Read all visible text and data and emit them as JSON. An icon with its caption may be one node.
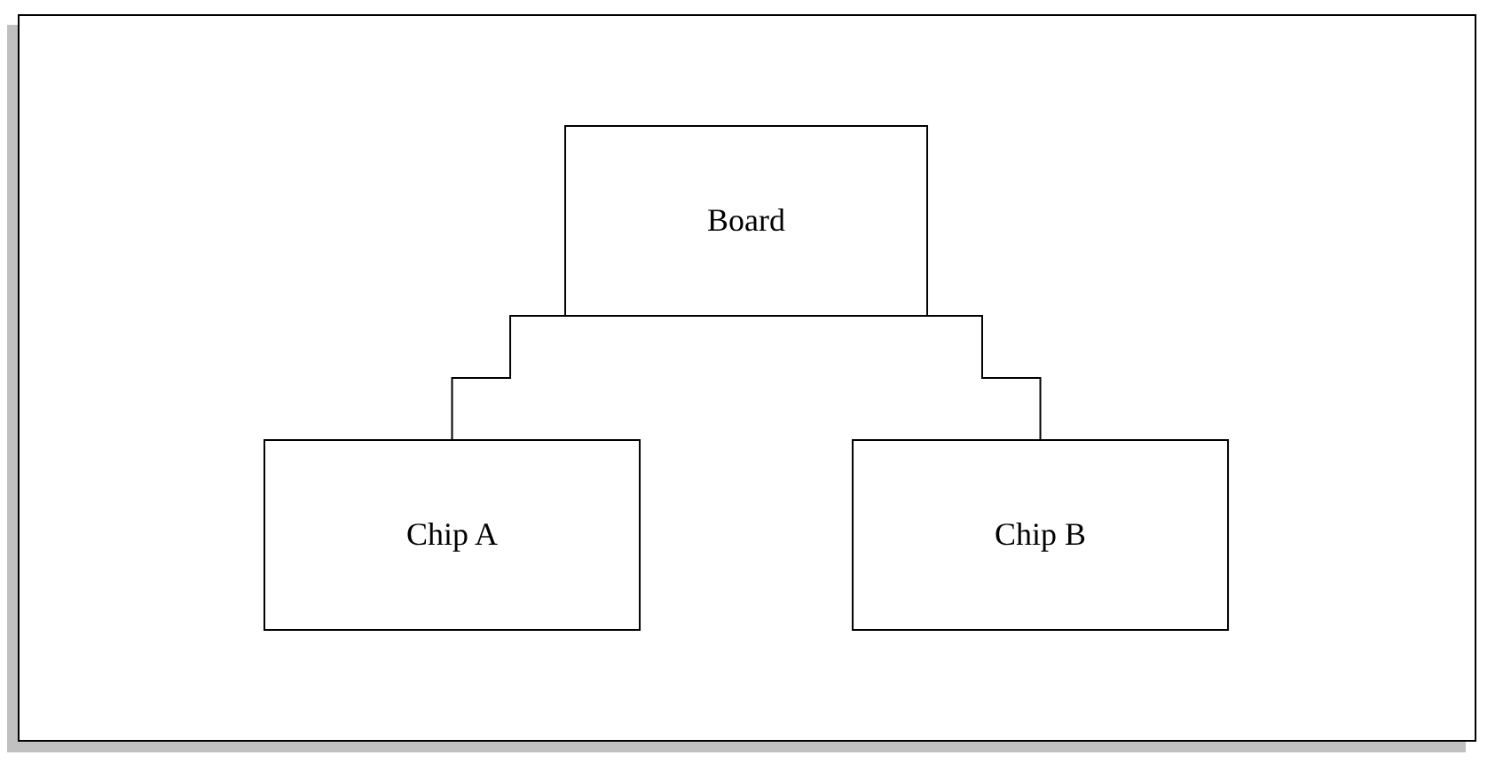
{
  "diagram": {
    "nodes": [
      {
        "text": [
          "Board"
        ]
      },
      {
        "text": [
          "Chip A"
        ]
      },
      {
        "text": [
          "Chip B"
        ]
      }
    ],
    "edges": [
      {
        "from": 0,
        "to": 1,
        "arrow": "none"
      },
      {
        "from": 0,
        "to": 2,
        "arrow": "none"
      }
    ]
  }
}
